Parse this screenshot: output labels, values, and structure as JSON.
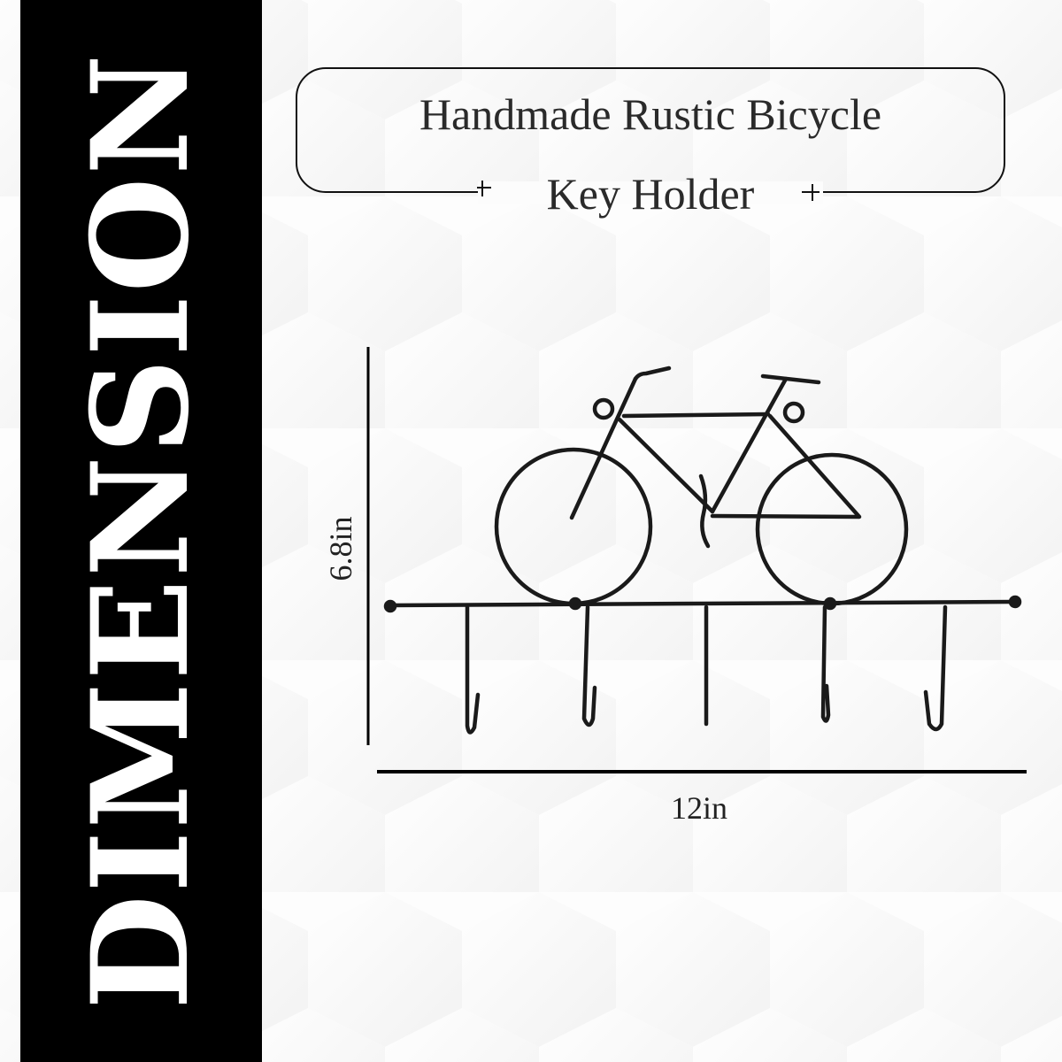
{
  "banner": {
    "side_text": "DIMENSION",
    "background_color": "#000000",
    "text_color": "#ffffff"
  },
  "title": {
    "line1": "Handmade Rustic Bicycle",
    "line2": "Key Holder"
  },
  "dimensions": {
    "height_label": "6.8in",
    "width_label": "12in"
  },
  "product": {
    "name": "bicycle key holder",
    "hook_count": 5,
    "color": "#1a1a1a"
  },
  "colors": {
    "background": "#fdfdfd",
    "hex_pattern": "#f2f2f2",
    "line": "#111111"
  }
}
